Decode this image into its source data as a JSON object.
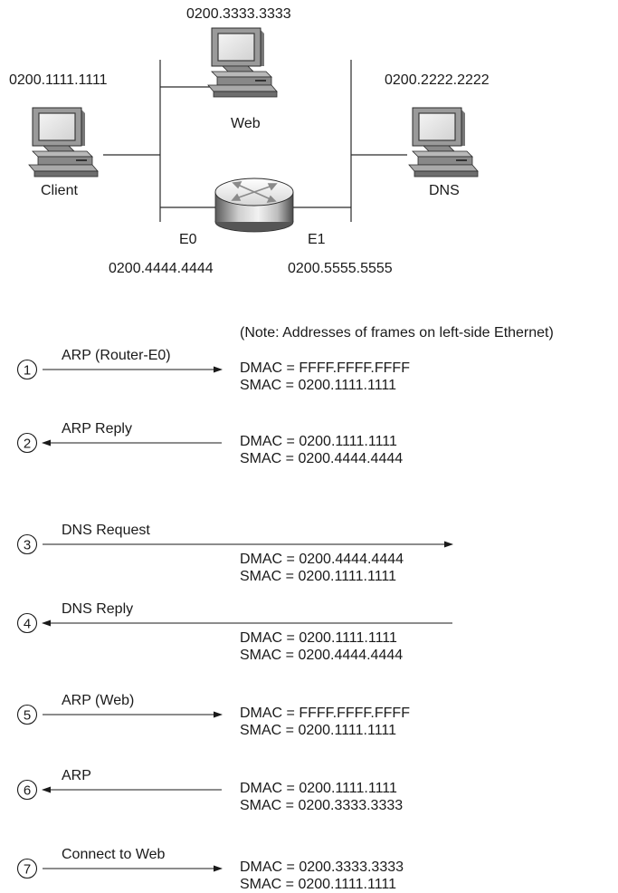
{
  "topology": {
    "web": {
      "label": "Web",
      "mac": "0200.3333.3333"
    },
    "client": {
      "label": "Client",
      "mac": "0200.1111.1111"
    },
    "dns": {
      "label": "DNS",
      "mac": "0200.2222.2222"
    },
    "router": {
      "e0_label": "E0",
      "e1_label": "E1",
      "e0_mac": "0200.4444.4444",
      "e1_mac": "0200.5555.5555"
    }
  },
  "note": "(Note: Addresses of frames on left-side Ethernet)",
  "steps": [
    {
      "number": "1",
      "label": "ARP (Router-E0)",
      "direction": "right",
      "dmac": "DMAC = FFFF.FFFF.FFFF",
      "smac": "SMAC = 0200.1111.1111"
    },
    {
      "number": "2",
      "label": "ARP Reply",
      "direction": "left",
      "dmac": "DMAC = 0200.1111.1111",
      "smac": "SMAC = 0200.4444.4444"
    },
    {
      "number": "3",
      "label": "DNS Request",
      "direction": "right",
      "dmac": "DMAC = 0200.4444.4444",
      "smac": "SMAC = 0200.1111.1111"
    },
    {
      "number": "4",
      "label": "DNS Reply",
      "direction": "left",
      "dmac": "DMAC = 0200.1111.1111",
      "smac": "SMAC = 0200.4444.4444"
    },
    {
      "number": "5",
      "label": "ARP (Web)",
      "direction": "right",
      "dmac": "DMAC = FFFF.FFFF.FFFF",
      "smac": "SMAC = 0200.1111.1111"
    },
    {
      "number": "6",
      "label": "ARP",
      "direction": "left",
      "dmac": "DMAC = 0200.1111.1111",
      "smac": "SMAC = 0200.3333.3333"
    },
    {
      "number": "7",
      "label": "Connect to Web",
      "direction": "right",
      "dmac": "DMAC = 0200.3333.3333",
      "smac": "SMAC = 0200.1111.1111"
    }
  ]
}
